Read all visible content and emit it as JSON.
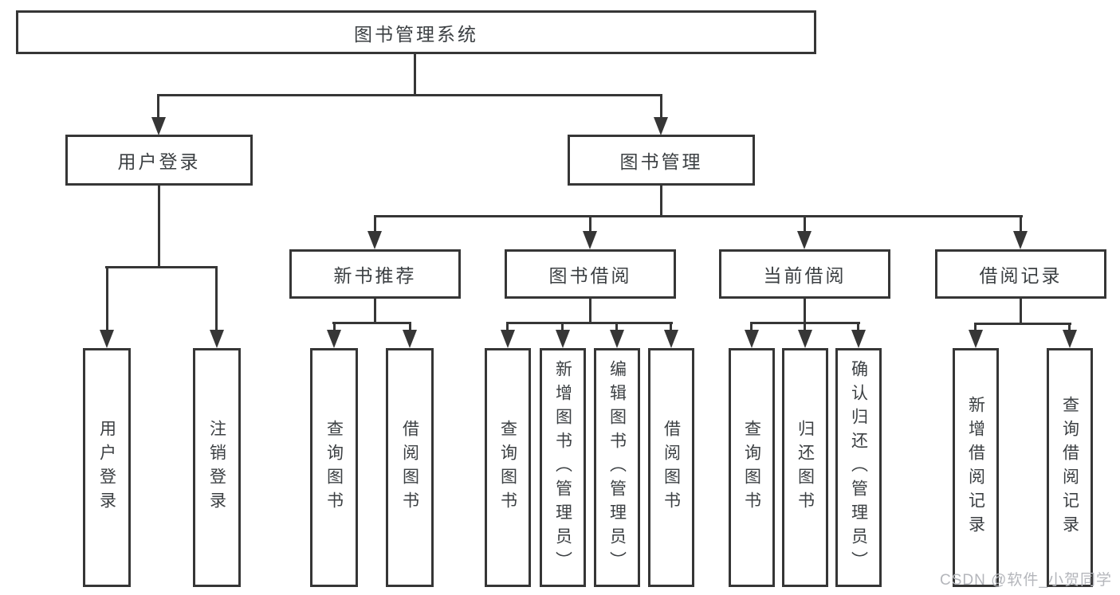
{
  "diagram_title": "图书管理系统",
  "tree": {
    "label": "图书管理系统",
    "children": [
      {
        "label": "用户登录",
        "children": [
          {
            "label": "用户登录"
          },
          {
            "label": "注销登录"
          }
        ]
      },
      {
        "label": "图书管理",
        "children": [
          {
            "label": "新书推荐",
            "children": [
              {
                "label": "查询图书"
              },
              {
                "label": "借阅图书"
              }
            ]
          },
          {
            "label": "图书借阅",
            "children": [
              {
                "label": "查询图书"
              },
              {
                "label": "新增图书（管理员）"
              },
              {
                "label": "编辑图书（管理员）"
              },
              {
                "label": "借阅图书"
              }
            ]
          },
          {
            "label": "当前借阅",
            "children": [
              {
                "label": "查询图书"
              },
              {
                "label": "归还图书"
              },
              {
                "label": "确认归还（管理员）"
              }
            ]
          },
          {
            "label": "借阅记录",
            "children": [
              {
                "label": "新增借阅记录"
              },
              {
                "label": "查询借阅记录"
              }
            ]
          }
        ]
      }
    ]
  },
  "watermark": {
    "text": "CSDN @软件_小贺同学"
  },
  "colors": {
    "line": "#363636",
    "box_border": "#363636",
    "box_fill": "#ffffff",
    "text": "#3c4043",
    "watermark": "#b4b6bb",
    "background": "#ffffff"
  }
}
